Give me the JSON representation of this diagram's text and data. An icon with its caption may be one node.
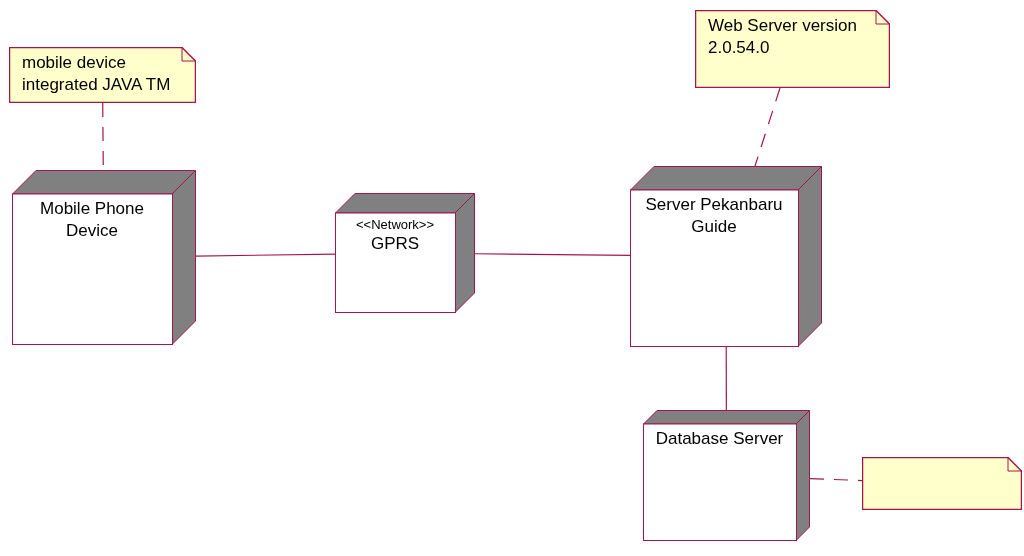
{
  "diagram": {
    "nodes": [
      {
        "text": [
          "mobile device integrated JAVA TM"
        ]
      },
      {
        "text": [
          "Mobile Phone Device"
        ]
      },
      {
        "text": [
          "<<Network>>",
          "GPRS"
        ]
      },
      {
        "text": [
          "Web Server version 2.0.54.0"
        ]
      },
      {
        "text": [
          "Server Pekanbaru Guide"
        ]
      },
      {
        "text": [
          "Database Server"
        ]
      },
      {
        "text": [],
        "shape": "note"
      }
    ],
    "edges": [
      {
        "from": 0,
        "to": 1,
        "arrow": "none",
        "style": "dashed"
      },
      {
        "from": 1,
        "to": 2,
        "arrow": "none"
      },
      {
        "from": 2,
        "to": 4,
        "arrow": "none"
      },
      {
        "from": 3,
        "to": 4,
        "arrow": "none",
        "style": "dashed"
      },
      {
        "from": 4,
        "to": 5,
        "arrow": "none"
      },
      {
        "from": 5,
        "to": 6,
        "arrow": "none",
        "style": "dashed"
      }
    ]
  }
}
